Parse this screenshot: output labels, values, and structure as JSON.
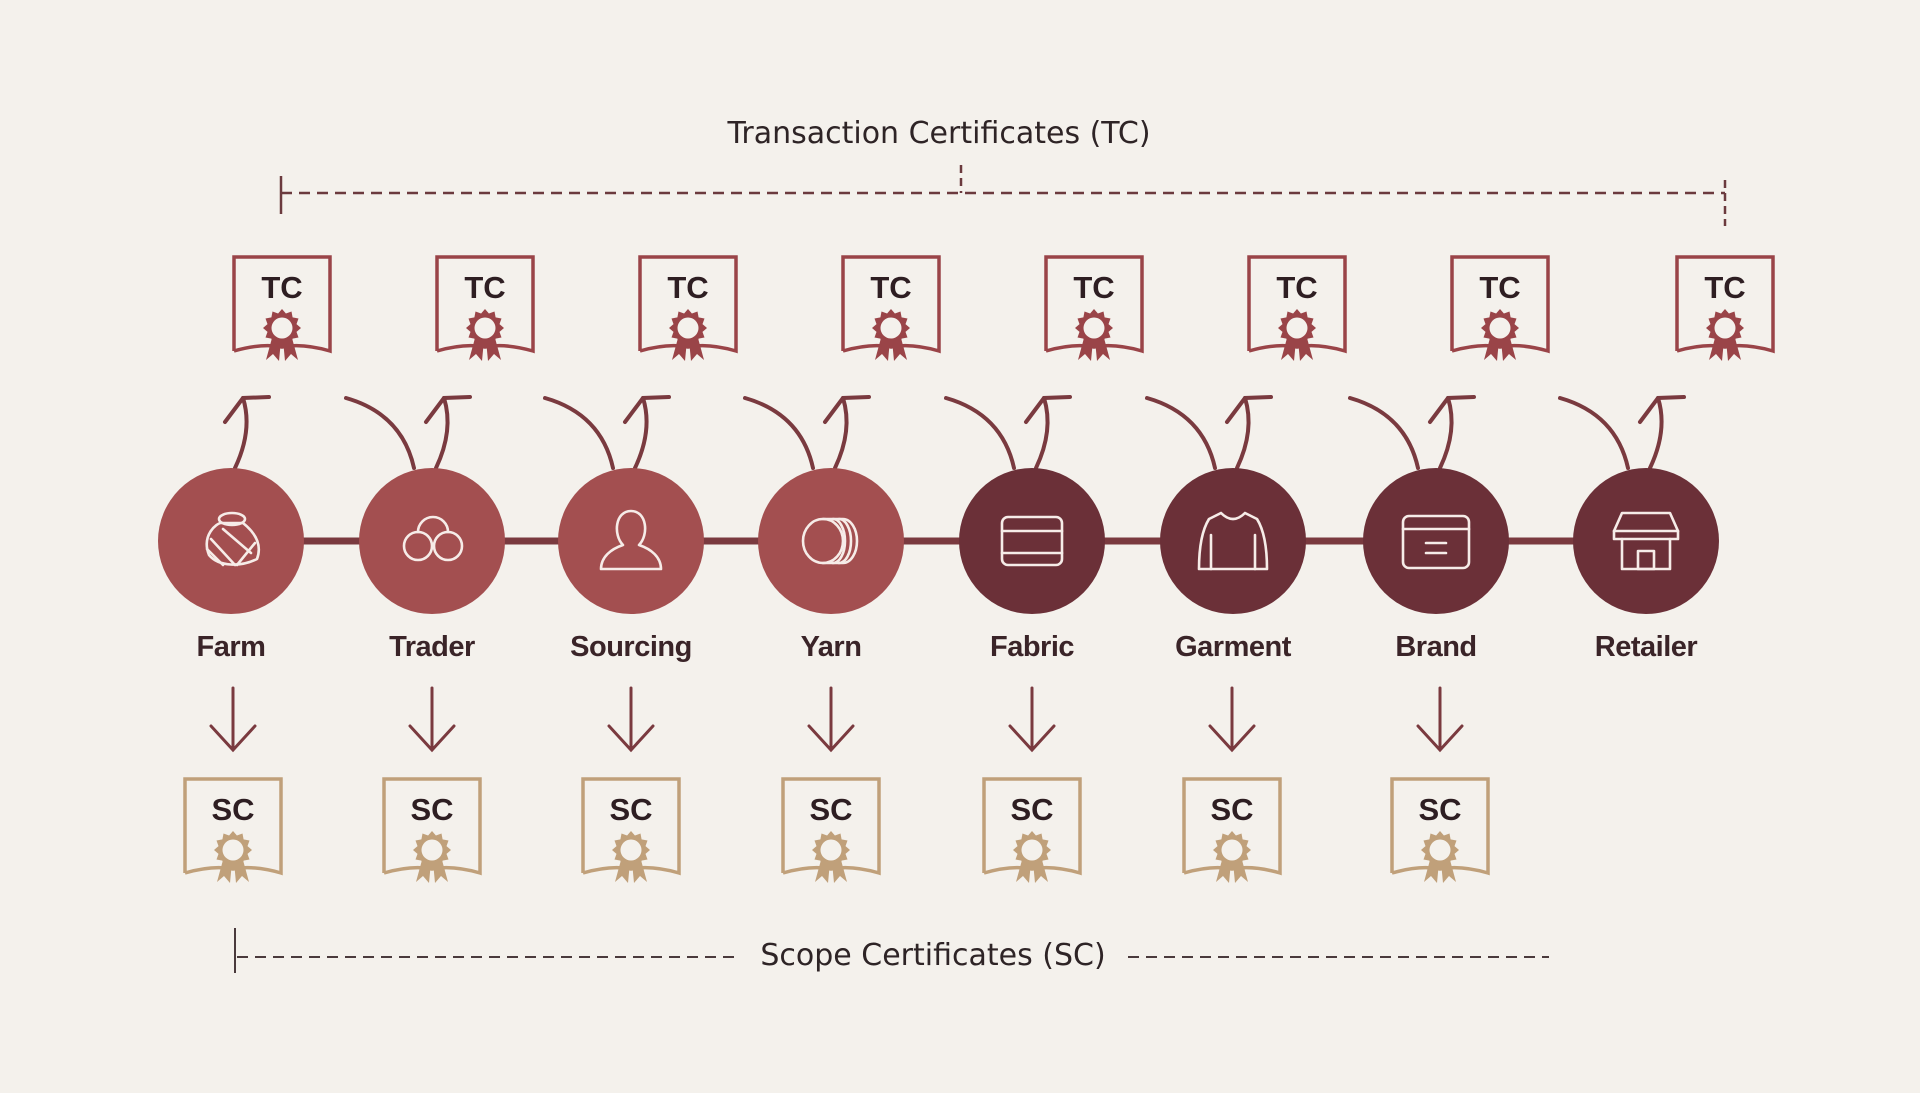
{
  "tc_title": "Transaction Certificates (TC)",
  "sc_title": "Scope Certificates (SC)",
  "colors": {
    "background": "#f4f1ec",
    "light_node": "#a34f50",
    "dark_node": "#6b3038",
    "tc": "#9a4448",
    "sc": "#c0a07a",
    "connector": "#7a3a3f"
  },
  "nodes": [
    {
      "label": "Farm",
      "icon": "cotton-boll-icon",
      "tone": "light",
      "tc": "TC",
      "sc": "SC"
    },
    {
      "label": "Trader",
      "icon": "bales-icon",
      "tone": "light",
      "tc": "TC",
      "sc": "SC"
    },
    {
      "label": "Sourcing",
      "icon": "person-icon",
      "tone": "light",
      "tc": "TC",
      "sc": "SC"
    },
    {
      "label": "Yarn",
      "icon": "yarn-spool-icon",
      "tone": "light",
      "tc": "TC",
      "sc": "SC"
    },
    {
      "label": "Fabric",
      "icon": "fabric-roll-icon",
      "tone": "dark",
      "tc": "TC",
      "sc": "SC"
    },
    {
      "label": "Garment",
      "icon": "sweater-icon",
      "tone": "dark",
      "tc": "TC",
      "sc": "SC"
    },
    {
      "label": "Brand",
      "icon": "box-icon",
      "tone": "dark",
      "tc": "TC",
      "sc": "SC"
    },
    {
      "label": "Retailer",
      "icon": "store-icon",
      "tone": "dark",
      "tc": "TC",
      "sc": null
    }
  ]
}
